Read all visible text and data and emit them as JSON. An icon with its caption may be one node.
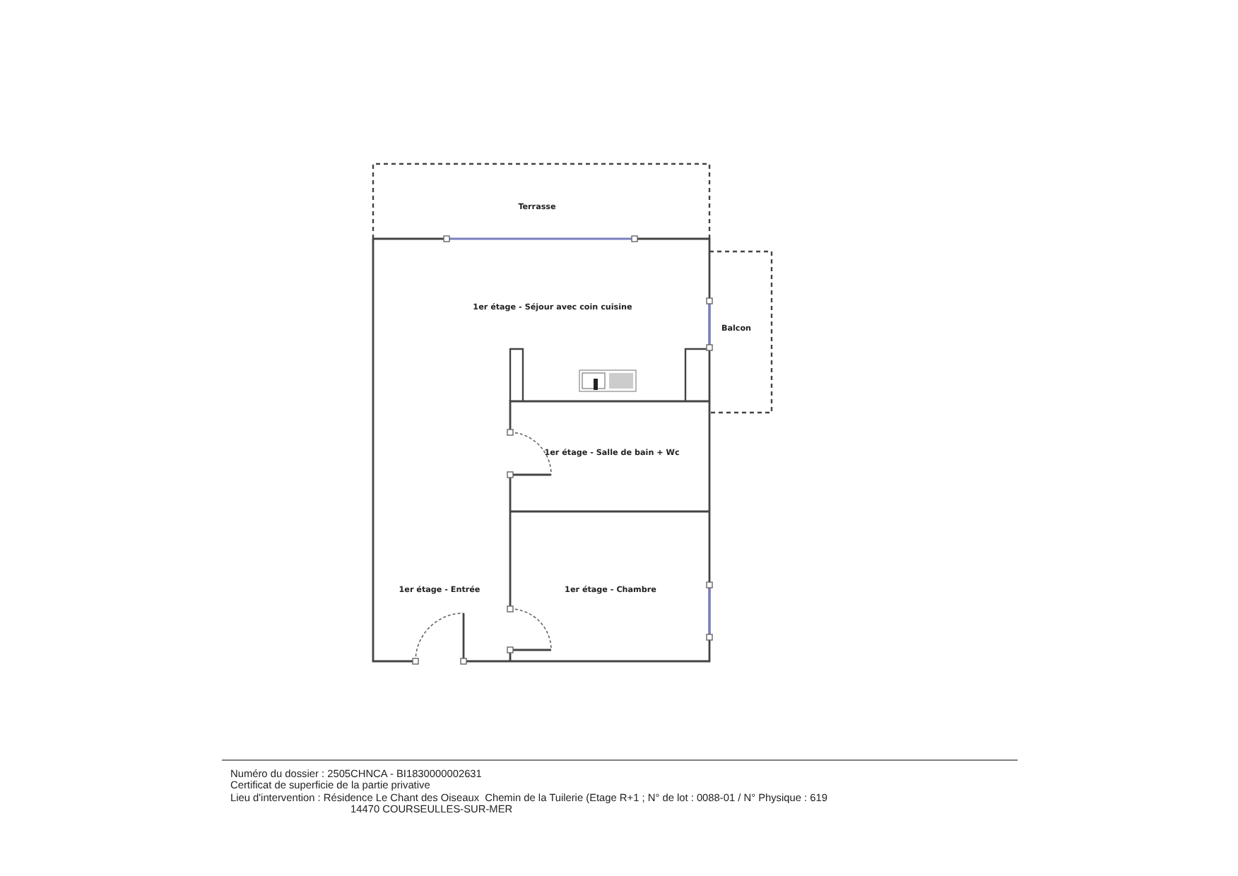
{
  "diagram": {
    "labels": [
      "Terrasse",
      "1er étage - Séjour avec coin cuisine",
      "Balcon",
      "1er étage - Salle de bain + Wc",
      "1er étage - Entrée",
      "1er étage - Chambre",
      "Numéro du dossier : 2505CHNCA - BI1830000002631",
      "Certificat de superficie de la partie privative",
      "Lieu d'intervention : Résidence Le Chant des Oiseaux  Chemin de la Tuilerie (Etage R+1 ; N° de lot : 0088-01 / N° Physique : 619",
      "14470 COURSEULLES-SUR-MER"
    ]
  }
}
